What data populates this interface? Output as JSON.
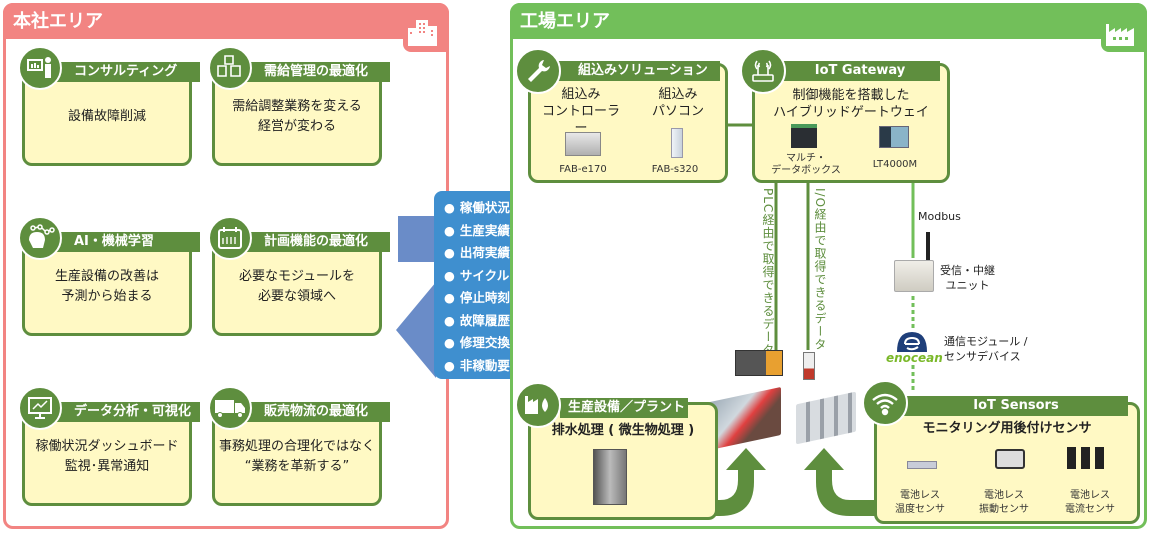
{
  "hq_area": {
    "title": "本社エリア",
    "icon": "building-icon",
    "cards": [
      {
        "label": "コンサルティング",
        "icon": "consulting-presenter-icon",
        "body": [
          "設備故障削減"
        ]
      },
      {
        "label": "需給管理の最適化",
        "icon": "boxes-icon",
        "body": [
          "需給調整業務を変える",
          "経営が変わる"
        ]
      },
      {
        "label": "AI・機械学習",
        "icon": "ai-brain-network-icon",
        "body": [
          "生産設備の改善は",
          "予測から始まる"
        ]
      },
      {
        "label": "計画機能の最適化",
        "icon": "calendar-icon",
        "body": [
          "必要なモジュールを",
          "必要な領域へ"
        ]
      },
      {
        "label": "データ分析・可視化",
        "icon": "monitor-chart-icon",
        "body": [
          "稼働状況ダッシュボード",
          "監視･異常通知"
        ]
      },
      {
        "label": "販売物流の最適化",
        "icon": "truck-icon",
        "body": [
          "事務処理の合理化ではなく",
          "“業務を革新する”"
        ]
      }
    ]
  },
  "data_items": {
    "items": [
      "稼働状況",
      "生産実績",
      "出荷実績",
      "サイクルタイム",
      "停止時刻と時間",
      "故障履歴",
      "修理交換履歴",
      "非稼動要因"
    ],
    "colors": {
      "box": "#3f8fcf",
      "arrows": "#6a8cc8"
    }
  },
  "factory_area": {
    "title": "工場エリア",
    "icon": "factory-icon",
    "embedded": {
      "label": "組込みソリューション",
      "icon": "wrench-icon",
      "products": [
        {
          "title": [
            "組込み",
            "コントローラー"
          ],
          "model": "FAB-e170"
        },
        {
          "title": [
            "組込み",
            "パソコン"
          ],
          "model": "FAB-s320"
        }
      ]
    },
    "gateway": {
      "label": "IoT Gateway",
      "icon": "wireless-router-icon",
      "heading": [
        "制御機能を搭載した",
        "ハイブリッドゲートウェイ"
      ],
      "products": [
        {
          "name": [
            "マルチ・",
            "データボックス"
          ]
        },
        {
          "name": [
            "LT4000M"
          ]
        }
      ]
    },
    "vertical_labels": [
      "PLC経由で取得できるデータ",
      "I/O経由で取得できるデータ"
    ],
    "modbus_label": "Modbus",
    "relay_unit": [
      "受信・中継",
      "ユニット"
    ],
    "enocean": {
      "logo_text": "enocean",
      "label": [
        "通信モジュール /",
        "センサデバイス"
      ]
    },
    "plant": {
      "label": "生産設備／プラント",
      "icon": "factory-water-icon",
      "heading": "排水処理 ( 微生物処理 )"
    },
    "sensors": {
      "label": "IoT Sensors",
      "icon": "wifi-signal-icon",
      "heading": "モニタリング用後付けセンサ",
      "items": [
        {
          "name": [
            "電池レス",
            "温度センサ"
          ]
        },
        {
          "name": [
            "電池レス",
            "振動センサ"
          ]
        },
        {
          "name": [
            "電池レス",
            "電流センサ"
          ]
        }
      ]
    }
  },
  "colors": {
    "hq": "#f28482",
    "factory": "#72bf5a",
    "card_header": "#5e8e3e",
    "card_bg": "#fff9c4"
  }
}
